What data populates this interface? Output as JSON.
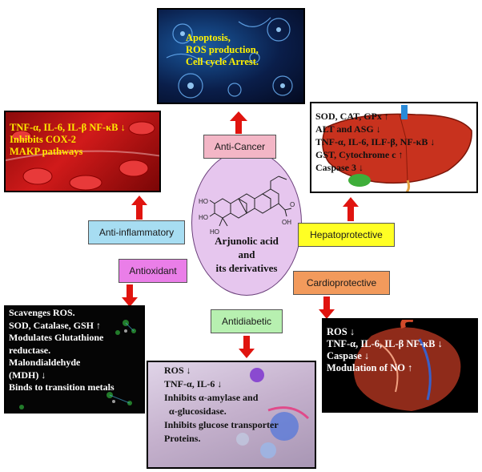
{
  "center": {
    "lines": [
      "Arjunolic acid",
      "and",
      "its derivatives"
    ],
    "chem_labels": {
      "ho1": "HO",
      "ho2": "HO",
      "ho3": "HO",
      "oh": "OH",
      "o": "O"
    }
  },
  "labels": {
    "anticancer": "Anti-Cancer",
    "antiinflammatory": "Anti-inflammatory",
    "hepatoprotective": "Hepatoprotective",
    "antioxidant": "Antioxidant",
    "cardioprotective": "Cardioprotective",
    "antidiabetic": "Antidiabetic"
  },
  "panels": {
    "anticancer": [
      "Apoptosis,",
      "ROS production,",
      "Cell cycle Arrest."
    ],
    "antiinflammatory": [
      "TNF-α, IL-6, IL-β NF-κB ↓",
      "Inhibits COX-2",
      "MAKP pathways"
    ],
    "hepatoprotective": [
      "SOD, CAT, GPx ↑",
      "ALT and ASG ↓",
      "TNF-α, IL-6, ILF-β, NF-κB ↓",
      "GST, Cytochrome c ↑",
      "Caspase 3 ↓"
    ],
    "antioxidant": [
      "Scavenges ROS.",
      "SOD, Catalase, GSH ↑",
      "Modulates Glutathione",
      "reductase.",
      "Malondialdehyde",
      "(MDH) ↓",
      "Binds to transition metals"
    ],
    "cardioprotective": [
      "ROS ↓",
      "TNF-α, IL-6, IL-β NF-κB ↓",
      "Caspase ↓",
      "Modulation of NO ↑"
    ],
    "antidiabetic": [
      "ROS ↓",
      "TNF-α, IL-6 ↓",
      "Inhibits α-amylase and",
      "α-glucosidase.",
      "Inhibits glucose transporter",
      "Proteins."
    ]
  },
  "colors": {
    "arrow": "#e0140f",
    "anticancer_label_bg": "#f3b6c6",
    "antiinflammatory_label_bg": "#a7ddf2",
    "hepatoprotective_label_bg": "#ffff24",
    "antioxidant_label_bg": "#ea7ee8",
    "cardioprotective_label_bg": "#f29a5c",
    "antidiabetic_label_bg": "#b7f0b0"
  }
}
